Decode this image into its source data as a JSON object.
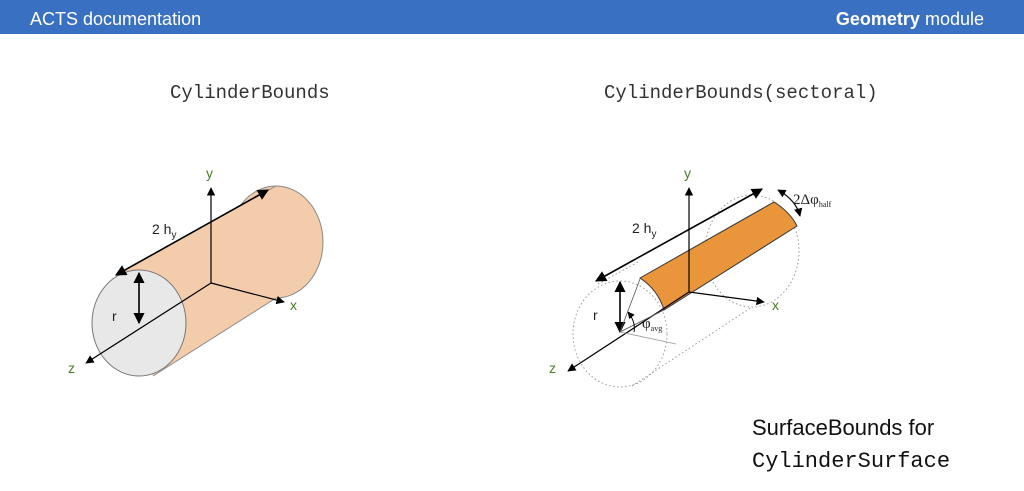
{
  "header": {
    "left_title": "ACTS documentation",
    "right_bold": "Geometry",
    "right_rest": " module"
  },
  "captions": {
    "left": "CylinderBounds",
    "right": "CylinderBounds(sectoral)"
  },
  "left_diagram": {
    "axis_y": "y",
    "axis_x": "x",
    "axis_z": "z",
    "length_label": "2 h",
    "length_sub": "y",
    "radius_label": "r"
  },
  "right_diagram": {
    "axis_y": "y",
    "axis_x": "x",
    "axis_z": "z",
    "length_label": "2 h",
    "length_sub": "y",
    "radius_label": "r",
    "phi_avg_symbol": "φ",
    "phi_avg_sub": "avg",
    "delta_prefix": "2Δφ",
    "delta_sub": "half"
  },
  "footer": {
    "line1": "SurfaceBounds for",
    "line2": "CylinderSurface"
  },
  "colors": {
    "header_bg": "#3a70c2",
    "cylinder_fill": "#f3ccab",
    "cap_fill": "#e8e8e8",
    "sector_fill": "#e8953c",
    "axis_label": "#4e7a2a"
  }
}
